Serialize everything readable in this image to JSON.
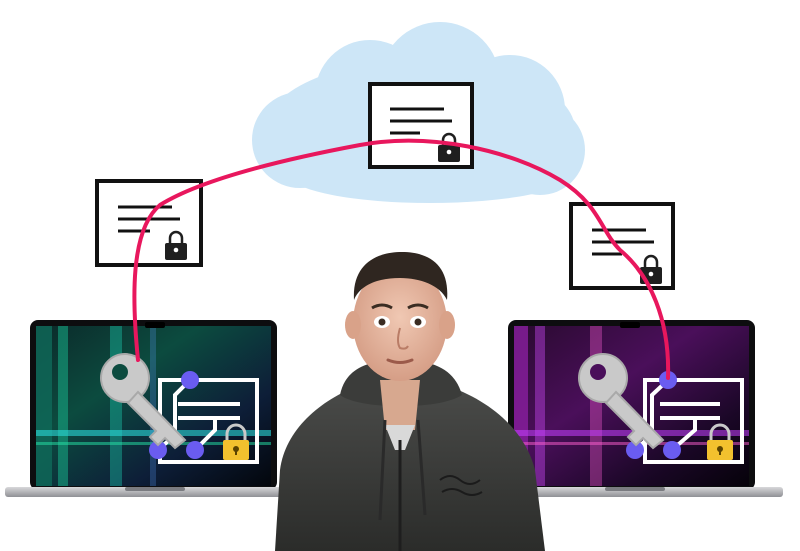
{
  "scene": {
    "colors": {
      "background": "#ffffff",
      "cloud": "#cde6f7",
      "connector": "#e8175d",
      "document_border": "#111111",
      "padlock_dark": "#1f1f1f",
      "padlock_yellow": "#f2c12e",
      "key": "#c9c9c9",
      "node": "#6a5cf0",
      "left_screen_accent": "#25e6a8",
      "right_screen_accent": "#d34cff"
    },
    "elements": {
      "cloud": {
        "icon": "cloud"
      },
      "encrypted_documents": [
        {
          "id": "left",
          "icon": "document-lines-lock"
        },
        {
          "id": "cloud",
          "icon": "document-lines-lock"
        },
        {
          "id": "right",
          "icon": "document-lines-lock"
        }
      ],
      "laptops": [
        {
          "id": "left",
          "screen_theme": "green-teal",
          "overlay_icons": [
            "key-icon",
            "certificate-icon",
            "padlock-icon"
          ]
        },
        {
          "id": "right",
          "screen_theme": "magenta-purple",
          "overlay_icons": [
            "key-icon",
            "certificate-icon",
            "padlock-icon"
          ]
        }
      ],
      "person": {
        "description_icon": "person-photo"
      }
    }
  }
}
